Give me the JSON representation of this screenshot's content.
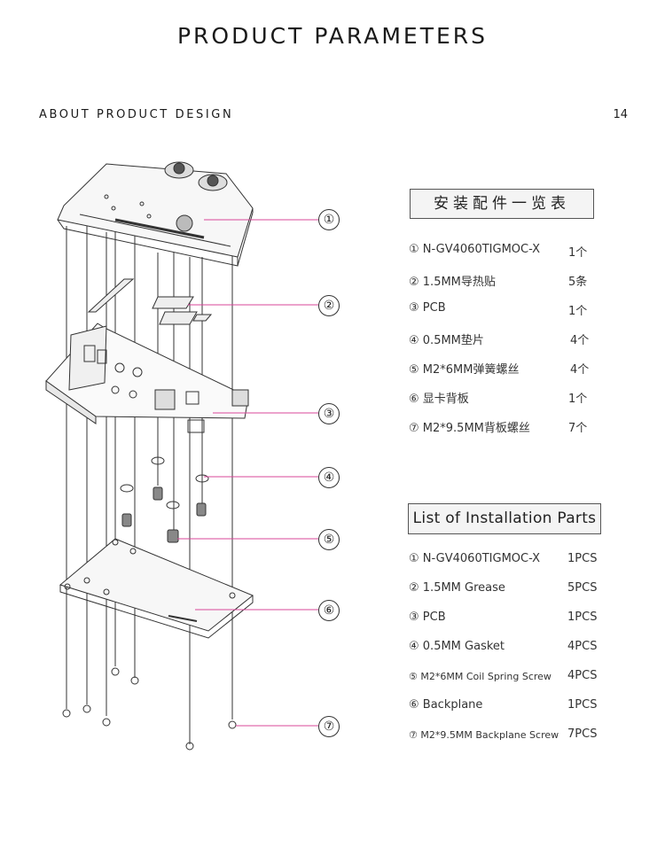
{
  "header": {
    "title": "PRODUCT PARAMETERS",
    "section": "ABOUT PRODUCT DESIGN",
    "page_number": "14"
  },
  "callouts": [
    "①",
    "②",
    "③",
    "④",
    "⑤",
    "⑥",
    "⑦"
  ],
  "parts_cn": {
    "title": "安装配件一览表",
    "items": [
      {
        "label": "① N-GV4060TIGMOC-X",
        "qty": "1个"
      },
      {
        "label": "② 1.5MM导热贴",
        "qty": "5条"
      },
      {
        "label": "③  PCB",
        "qty": "1个"
      },
      {
        "label": "④  0.5MM垫片",
        "qty": "4个"
      },
      {
        "label": "⑤ M2*6MM弹簧螺丝",
        "qty": "4个"
      },
      {
        "label": "⑥ 显卡背板",
        "qty": "1个"
      },
      {
        "label": "⑦ M2*9.5MM背板螺丝",
        "qty": "7个"
      }
    ]
  },
  "parts_en": {
    "title": "List of Installation Parts",
    "items": [
      {
        "label": "① N-GV4060TIGMOC-X",
        "qty": "1PCS"
      },
      {
        "label": "② 1.5MM Grease",
        "qty": "5PCS"
      },
      {
        "label": "③  PCB",
        "qty": "1PCS"
      },
      {
        "label": "④  0.5MM  Gasket",
        "qty": "4PCS"
      },
      {
        "label": "⑤ M2*6MM Coil Spring Screw",
        "qty": "4PCS"
      },
      {
        "label": "⑥ Backplane",
        "qty": "1PCS"
      },
      {
        "label": "⑦ M2*9.5MM Backplane Screw",
        "qty": "7PCS"
      }
    ]
  },
  "colors": {
    "leader": "#d9479a",
    "line": "#333333"
  }
}
